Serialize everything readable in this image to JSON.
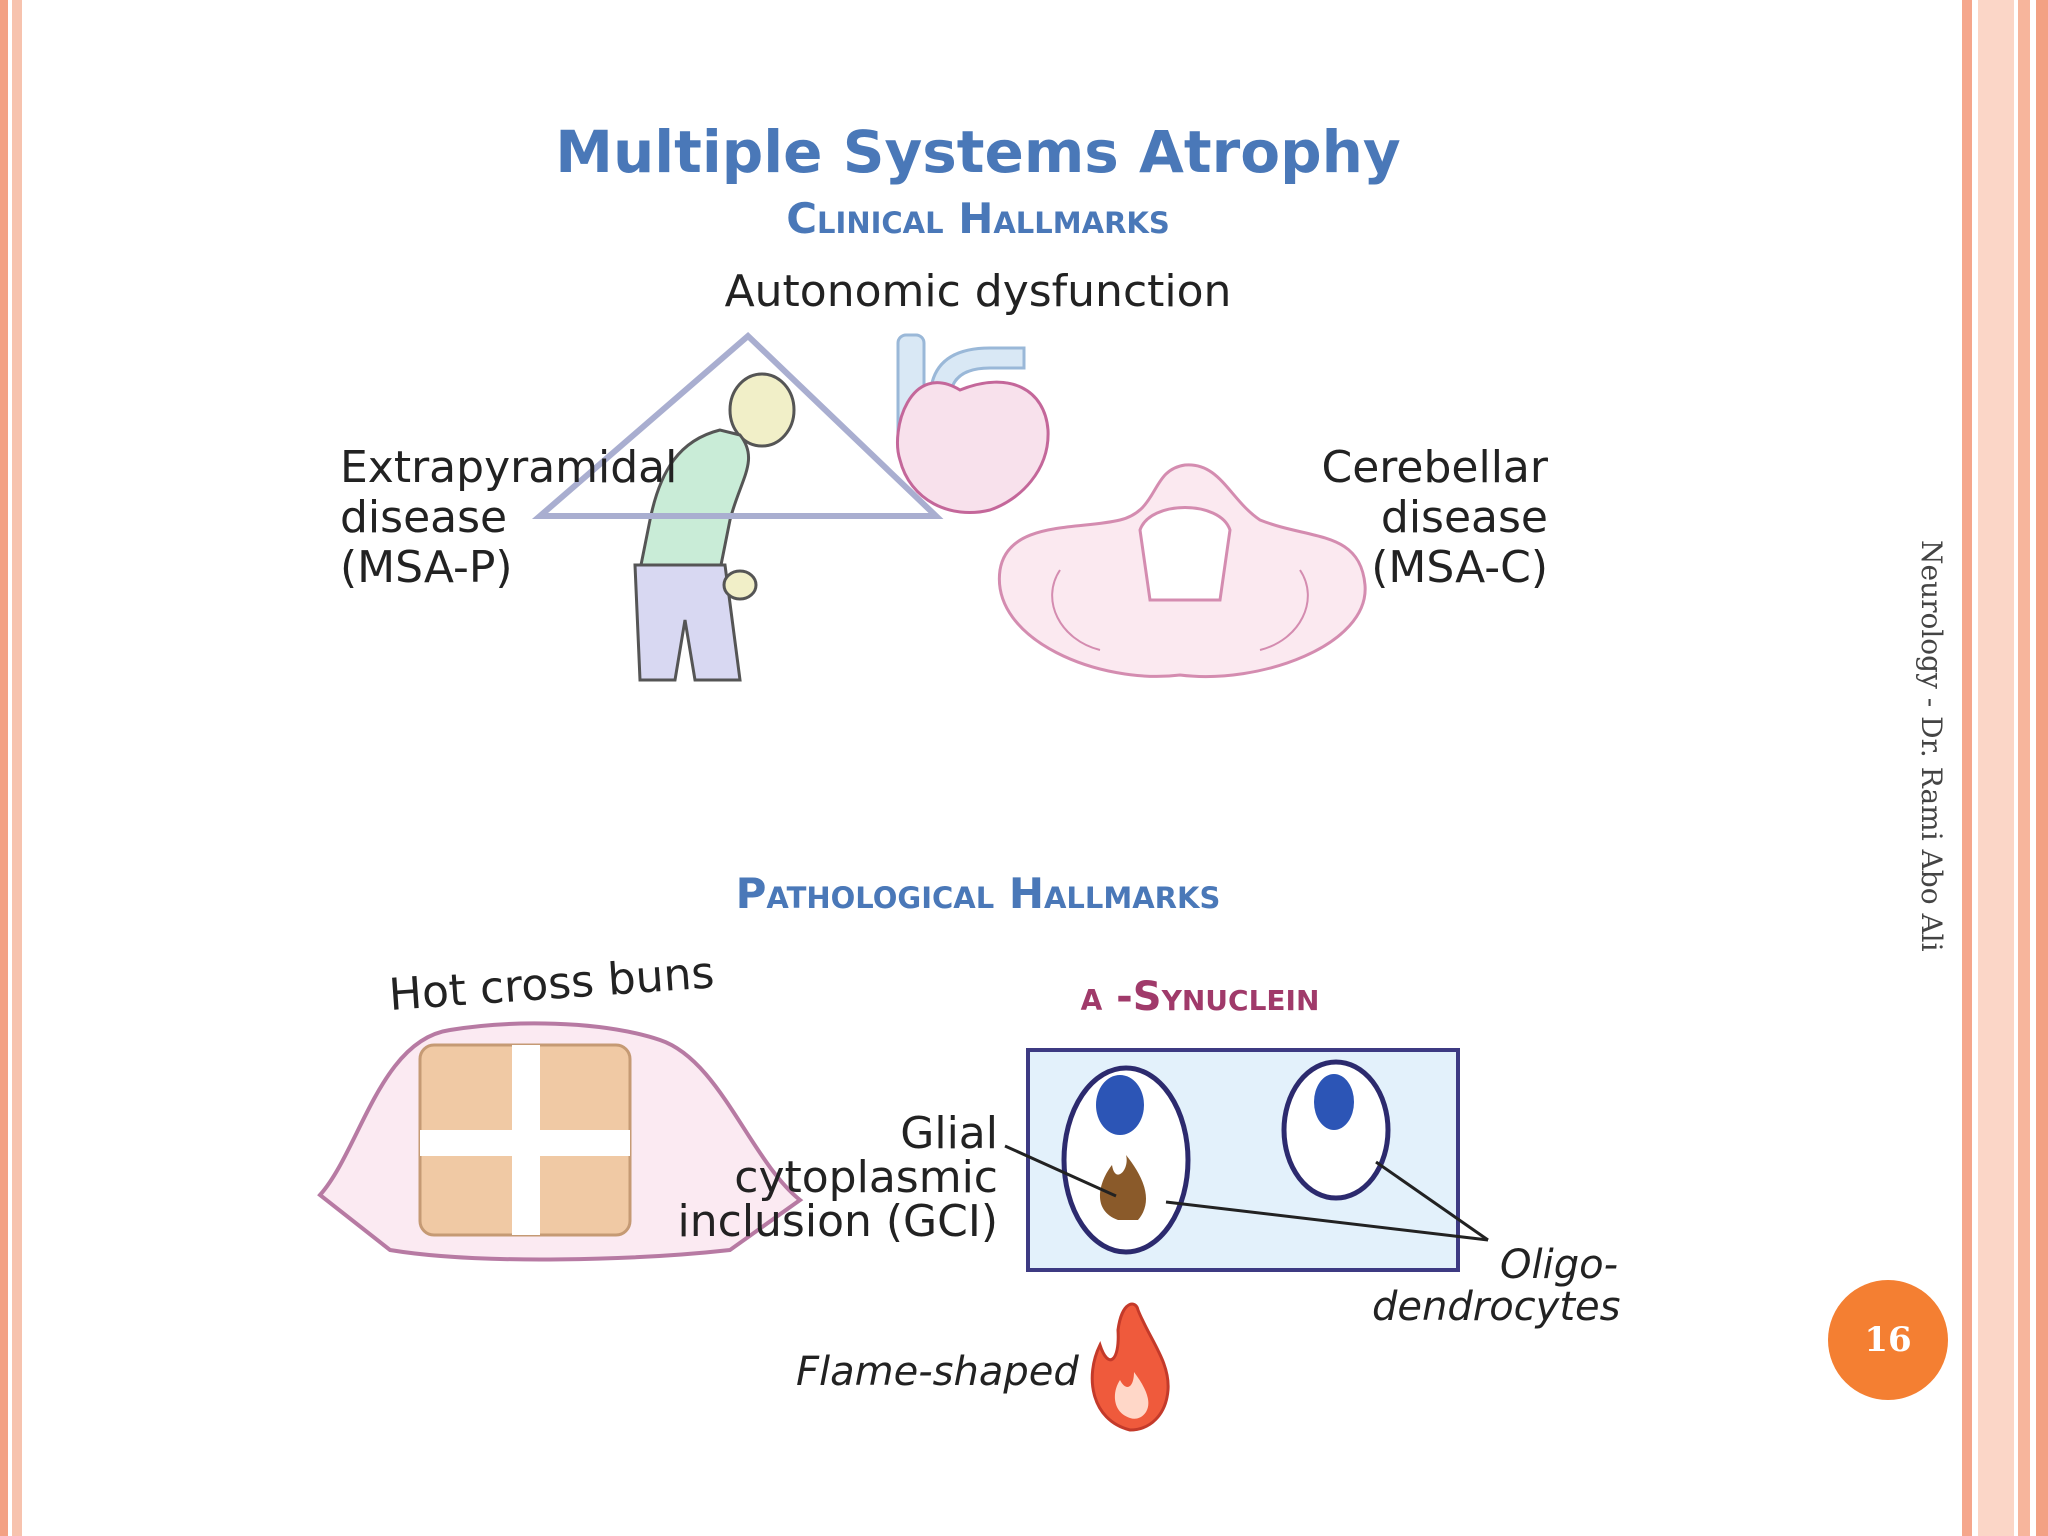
{
  "diagram": {
    "title": "Multiple Systems Atrophy",
    "clinical_heading": "Clinical Hallmarks",
    "autonomic_label": "Autonomic dysfunction",
    "extrapyramidal_label": [
      "Extrapyramidal",
      "disease",
      "(MSA-P)"
    ],
    "cerebellar_label": [
      "Cerebellar",
      "disease",
      "(MSA-C)"
    ],
    "pathological_heading": "Pathological Hallmarks",
    "hot_cross_buns_label": "Hot cross buns",
    "synuclein_label": "α -Synuclein",
    "gci_label": [
      "Glial",
      "cytoplasmic",
      "inclusion (GCI)"
    ],
    "oligo_label": [
      "Oligo-",
      "dendrocytes"
    ],
    "flame_label": "Flame-shaped"
  },
  "sidebar": {
    "caption": "Neurology - Dr. Rami Abo Ali"
  },
  "footer": {
    "page_number": "16"
  },
  "colors": {
    "title_blue": "#4a78b8",
    "badge_orange": "#f47f32",
    "border_salmon": "#f3a184"
  }
}
